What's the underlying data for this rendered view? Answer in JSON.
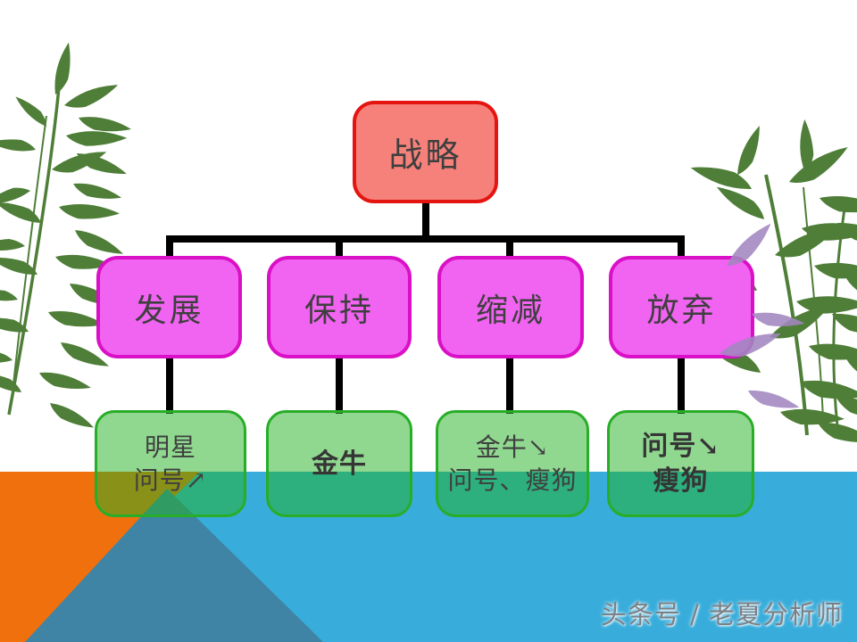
{
  "nodes": {
    "root": {
      "label": "战略"
    },
    "level2": [
      {
        "label": "发展"
      },
      {
        "label": "保持"
      },
      {
        "label": "缩减"
      },
      {
        "label": "放弃"
      }
    ],
    "level3": [
      {
        "line1": "明星",
        "line2": "问号↗"
      },
      {
        "line1": "金牛",
        "line2": ""
      },
      {
        "line1": "金牛↘",
        "line2": "问号、瘦狗"
      },
      {
        "line1": "问号↘",
        "line2": "瘦狗"
      }
    ]
  },
  "watermark": "头条号 / 老夏分析师",
  "colors": {
    "root_fill": "#f5817a",
    "root_border": "#e41511",
    "level2_fill": "#f163f1",
    "level2_border": "#da10c6",
    "level3_fill_rgba": "rgba(33,178,33,0.5)",
    "level3_border": "#28ad28",
    "connector": "#000000",
    "ocean_blue": "#38addb",
    "orange": "#f0700e",
    "dark_blue_triangle": "#3f84a4",
    "bamboo_green": "#4e7e37",
    "leaf_purple": "#a287c0",
    "node_text": "#3f3f3f",
    "watermark_gray": "#7b8087"
  }
}
